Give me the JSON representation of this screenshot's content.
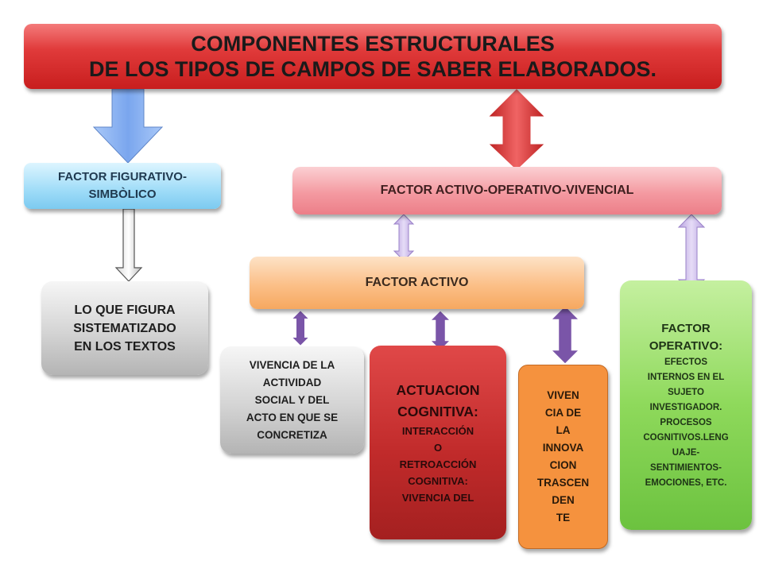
{
  "title": {
    "line1": "COMPONENTES ESTRUCTURALES",
    "line2": "DE LOS TIPOS DE CAMPOS DE SABER ELABORADOS."
  },
  "factor_figurativo": {
    "line1": "FACTOR FIGURATIVO-",
    "line2": "SIMBÒLICO"
  },
  "factor_activo_operativo": {
    "label": "FACTOR ACTIVO-OPERATIVO-VIVENCIAL"
  },
  "factor_activo": {
    "label": "FACTOR ACTIVO"
  },
  "lo_que_figura": {
    "line1": "LO QUE FIGURA",
    "line2": "SISTEMATIZADO",
    "line3": "EN LOS TEXTOS"
  },
  "vivencia_social": {
    "line1": "VIVENCIA DE LA",
    "line2": "ACTIVIDAD",
    "line3": "SOCIAL Y DEL",
    "line4": "ACTO EN QUE SE",
    "line5": "CONCRETIZA"
  },
  "actuacion": {
    "line1": "ACTUACION",
    "line2": "COGNITIVA:",
    "line3": "INTERACCIÓN",
    "line4": "O",
    "line5": "RETROACCIÓN",
    "line6": "COGNITIVA:",
    "line7": "VIVENCIA DEL"
  },
  "innovacion": {
    "line1": "VIVEN",
    "line2": "CIA DE",
    "line3": "LA",
    "line4": "INNOVA",
    "line5": "CION",
    "line6": "TRASCEN",
    "line7": "DEN",
    "line8": "TE"
  },
  "factor_operativo": {
    "line1": "FACTOR",
    "line2": "OPERATIVO:",
    "line3": "EFECTOS",
    "line4": "INTERNOS EN EL",
    "line5": "SUJETO",
    "line6": "INVESTIGADOR.",
    "line7": "PROCESOS",
    "line8": "COGNITIVOS.LENG",
    "line9": "UAJE-",
    "line10": "SENTIMIENTOS-",
    "line11": "EMOCIONES, ETC."
  },
  "colors": {
    "title": "#d62b2b",
    "figurativo": "#9fdcf8",
    "activo_operativo": "#f49aa1",
    "activo": "#fbbf87",
    "gray_box": "#d4d4d4",
    "actuacion": "#c12b2b",
    "innovacion": "#f5923e",
    "operativo": "#8ed95b",
    "arrow_blue": "#8fb4f0",
    "arrow_gray": "#c8c8c8",
    "arrow_red": "#d93232",
    "arrow_lavender": "#c9b6ea",
    "arrow_purple": "#7a55a8"
  }
}
